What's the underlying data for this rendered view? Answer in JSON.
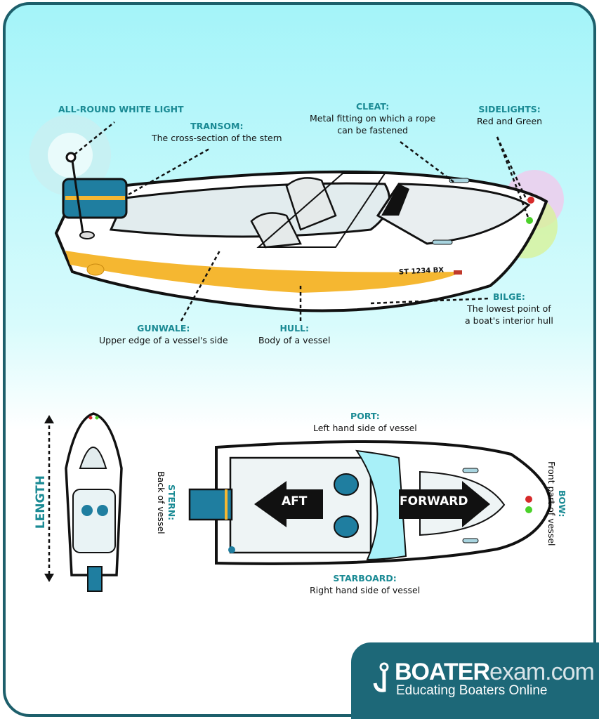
{
  "labels": {
    "all_round": {
      "title": "ALL-ROUND WHITE LIGHT"
    },
    "transom": {
      "title": "TRANSOM:",
      "desc": "The cross-section of the stern"
    },
    "cleat": {
      "title": "CLEAT:",
      "desc1": "Metal fitting on which a rope",
      "desc2": "can be fastened"
    },
    "sidelights": {
      "title": "SIDELIGHTS:",
      "desc": "Red and Green"
    },
    "gunwale": {
      "title": "GUNWALE:",
      "desc": "Upper edge of a vessel's side"
    },
    "hull": {
      "title": "HULL:",
      "desc": "Body of a vessel"
    },
    "bilge": {
      "title": "BILGE:",
      "desc1": "The lowest point of",
      "desc2": "a boat's interior hull"
    },
    "port": {
      "title": "PORT:",
      "desc": "Left hand side of vessel"
    },
    "starboard": {
      "title": "STARBOARD:",
      "desc": "Right hand side of vessel"
    },
    "stern": {
      "title": "STERN:",
      "desc": "Back of vessel"
    },
    "bow": {
      "title": "BOW:",
      "desc": "Front part of vessel"
    },
    "length": "LENGTH",
    "aft": "AFT",
    "forward": "FORWARD",
    "registration": "ST 1234 BX"
  },
  "logo": {
    "brand_bold": "BOATER",
    "brand_rest": "exam.com",
    "tagline": "Educating Boaters Online"
  },
  "colors": {
    "teal": "#1a8a94",
    "frame": "#1d5f6b",
    "hull_stripe": "#f5b731",
    "motor": "#1f7ea0"
  }
}
